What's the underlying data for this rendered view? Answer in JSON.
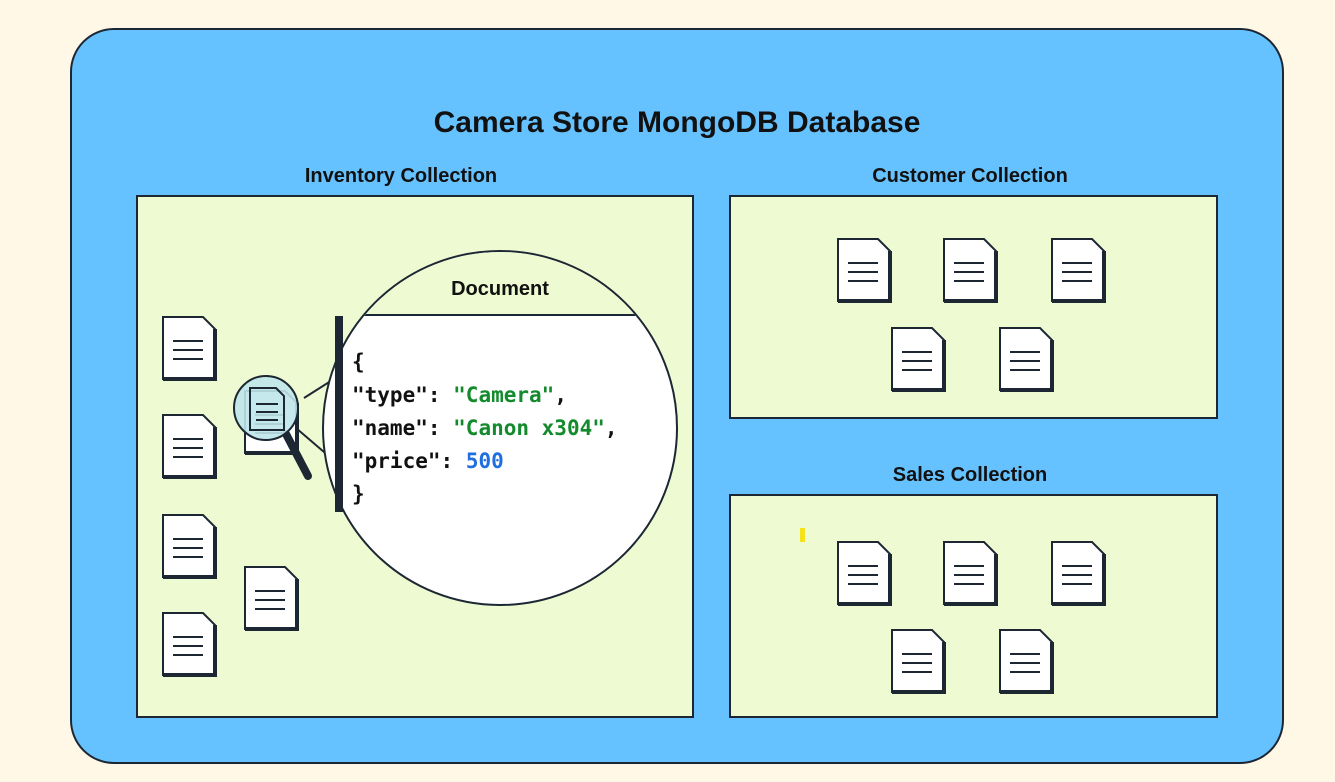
{
  "diagram": {
    "title": "Camera Store MongoDB Database",
    "collections": {
      "inventory": {
        "label": "Inventory Collection"
      },
      "customer": {
        "label": "Customer Collection"
      },
      "sales": {
        "label": "Sales Collection"
      }
    },
    "document_view": {
      "title": "Document",
      "open_brace": "{",
      "close_brace": "}",
      "fields": [
        {
          "key": "\"type\"",
          "sep": ": ",
          "value": "\"Camera\"",
          "trail": ",",
          "value_type": "string"
        },
        {
          "key": "\"name\"",
          "sep": ": ",
          "value": "\"Canon x304\"",
          "trail": ",",
          "value_type": "string"
        },
        {
          "key": "\"price\"",
          "sep": ": ",
          "value": "500",
          "trail": "",
          "value_type": "number"
        }
      ]
    },
    "icons": {
      "document": "document-icon",
      "magnifier": "magnifying-glass-icon"
    },
    "colors": {
      "background": "#fff8e6",
      "database": "#66c2ff",
      "collection": "#eefbd2",
      "string_value": "#138a2c",
      "number_value": "#1f6fe0"
    }
  }
}
